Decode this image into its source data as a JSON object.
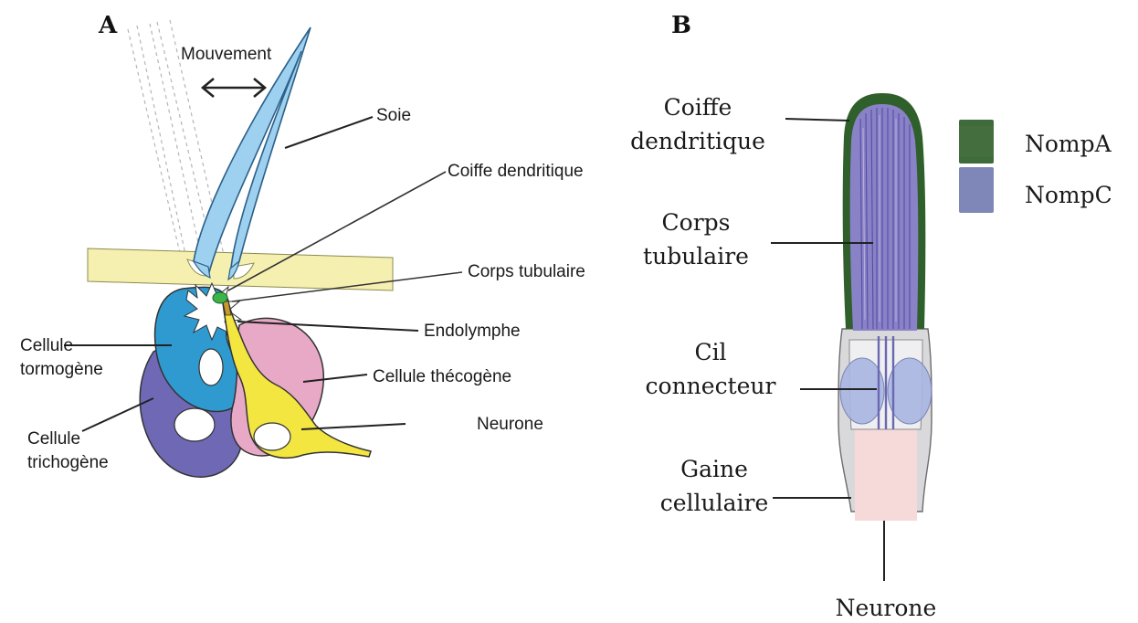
{
  "panel_a": {
    "label": "A",
    "movement": "Mouvement",
    "labels": {
      "soie": "Soie",
      "coiffe": "Coiffe dendritique",
      "corps": "Corps tubulaire",
      "endolymphe": "Endolymphe",
      "thecogene": "Cellule thécogène",
      "neurone": "Neurone",
      "tormogene_1": "Cellule",
      "tormogene_2": "tormogène",
      "trichogene_1": "Cellule",
      "trichogene_2": "trichogène"
    }
  },
  "panel_b": {
    "label": "B",
    "labels": {
      "coiffe_1": "Coiffe",
      "coiffe_2": "dendritique",
      "corps_1": "Corps",
      "corps_2": "tubulaire",
      "cil_1": "Cil",
      "cil_2": "connecteur",
      "gaine_1": "Gaine",
      "gaine_2": "cellulaire",
      "neurone": "Neurone"
    },
    "legend": [
      {
        "label": "NompA",
        "color": "#3d6b3a"
      },
      {
        "label": "NompC",
        "color": "#7f86b8"
      }
    ]
  }
}
